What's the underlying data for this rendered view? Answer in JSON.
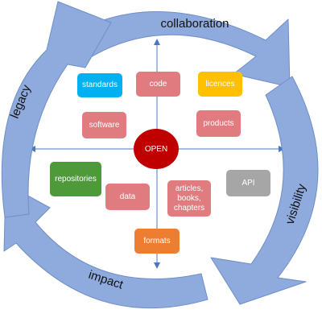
{
  "colors": {
    "ring": "#8faadc",
    "ring_stroke": "#6f8fc8",
    "axis": "#4a78c0",
    "center": "#c00000",
    "blue": "#00b0f0",
    "pink": "#e07b80",
    "yellow": "#ffc000",
    "green": "#4e9a3a",
    "gray": "#a6a6a6",
    "orange": "#ed7d31"
  },
  "cycle": {
    "top": "collaboration",
    "left": "legacy",
    "right": "visibility",
    "bottom": "impact"
  },
  "center": {
    "label": "OPEN"
  },
  "items": {
    "standards": {
      "label": "standards"
    },
    "code": {
      "label": "code"
    },
    "licences": {
      "label": "licences"
    },
    "software": {
      "label": "software"
    },
    "products": {
      "label": "products"
    },
    "repositories": {
      "label": "repositories"
    },
    "data": {
      "label": "data"
    },
    "articles": {
      "line1": "articles,",
      "line2": "books,",
      "line3": "chapters"
    },
    "api": {
      "label": "API"
    },
    "formats": {
      "label": "formats"
    }
  }
}
